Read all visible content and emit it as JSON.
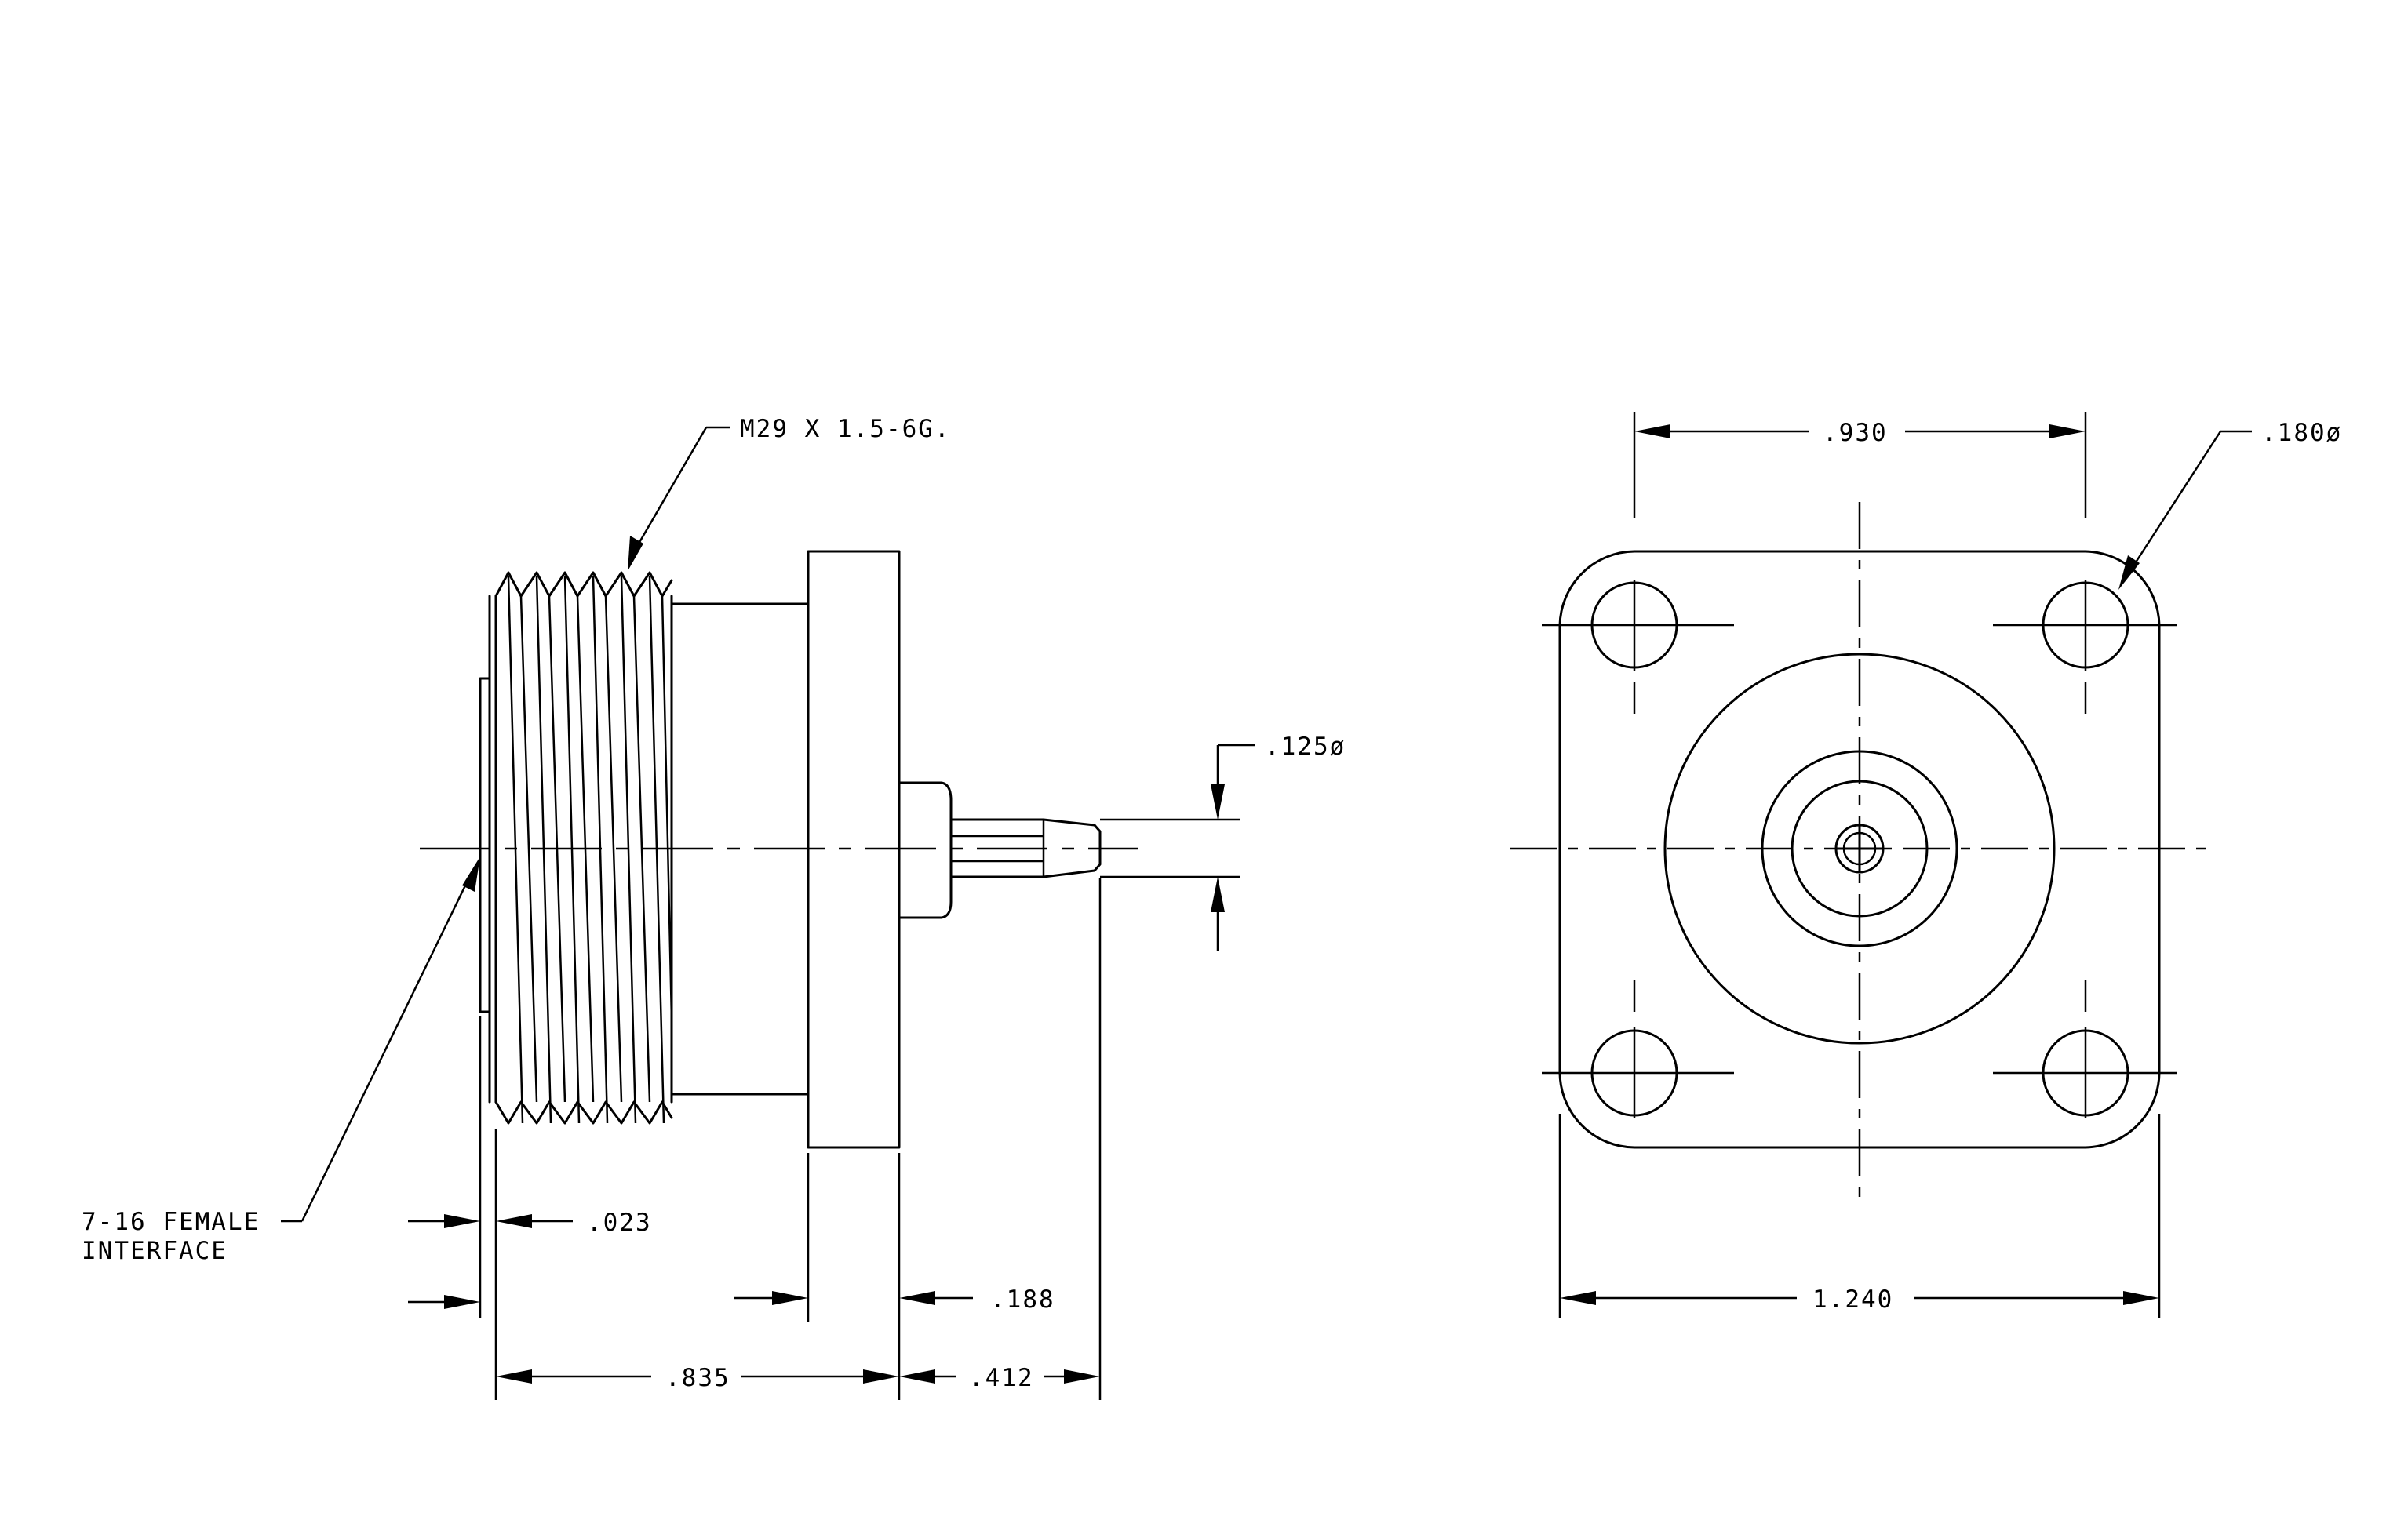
{
  "drawing": {
    "callouts": {
      "thread": "M29 X 1.5-6G.",
      "interface_line1": "7-16 FEMALE",
      "interface_line2": "INTERFACE"
    },
    "dimensions": {
      "pin_diameter": ".125ø",
      "hole_diameter": ".180ø",
      "hole_spacing": ".930",
      "flange_width": "1.240",
      "thread_offset": ".023",
      "flange_thickness": ".188",
      "body_length": ".835",
      "pin_length": ".412"
    }
  }
}
